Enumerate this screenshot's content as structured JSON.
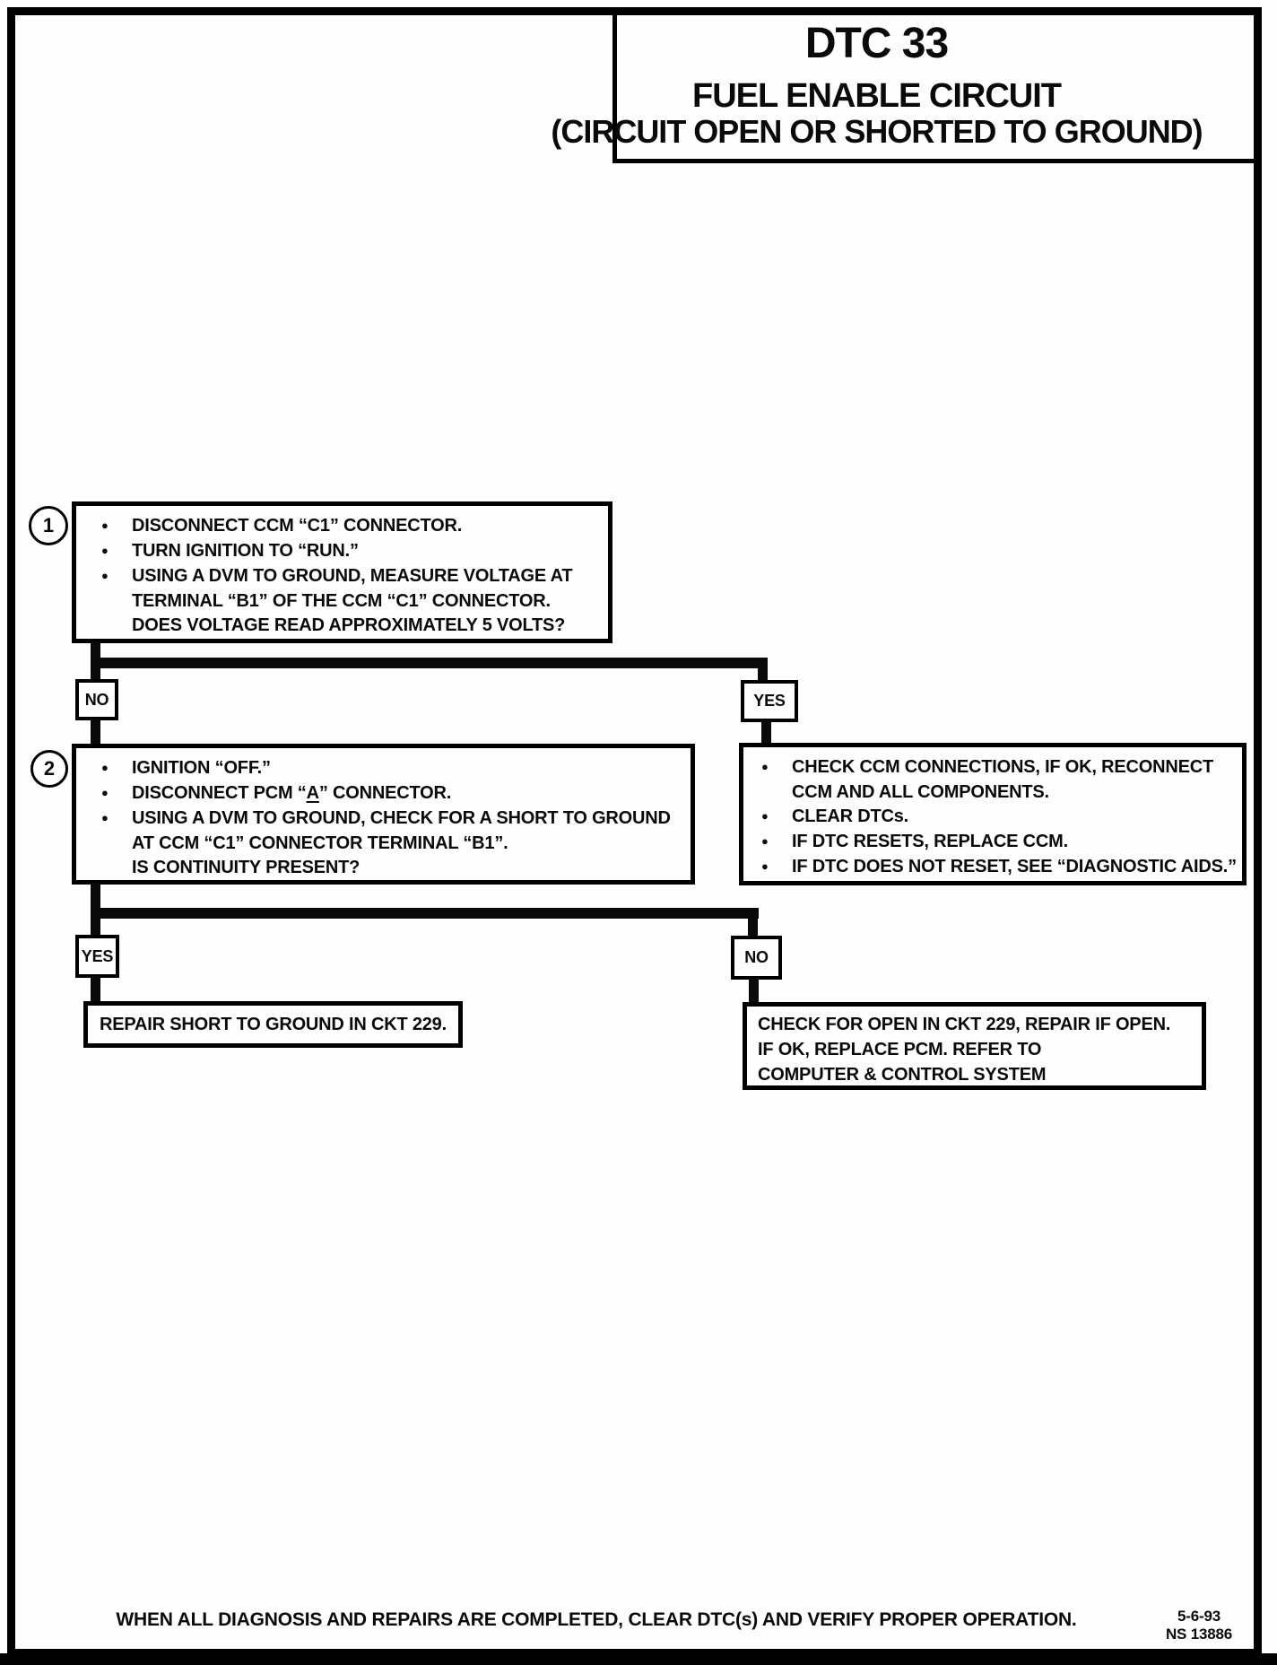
{
  "page": {
    "title": "DTC 33",
    "subtitle1": "FUEL ENABLE CIRCUIT",
    "subtitle2": "(CIRCUIT OPEN OR SHORTED TO GROUND)",
    "footer": "WHEN ALL DIAGNOSIS AND REPAIRS ARE COMPLETED, CLEAR DTC(s) AND VERIFY PROPER OPERATION.",
    "date": "5-6-93",
    "doc_number": "NS 13886"
  },
  "flowchart": {
    "step1": {
      "number": "1",
      "items": [
        {
          "bullet": true,
          "text": "DISCONNECT CCM “C1” CONNECTOR."
        },
        {
          "bullet": true,
          "text": "TURN IGNITION TO “RUN.”"
        },
        {
          "bullet": true,
          "text": "USING A DVM TO GROUND, MEASURE VOLTAGE AT"
        },
        {
          "bullet": false,
          "text": "TERMINAL “B1” OF THE CCM “C1” CONNECTOR."
        },
        {
          "bullet": false,
          "text": "DOES VOLTAGE READ APPROXIMATELY 5 VOLTS?"
        }
      ]
    },
    "branch1": {
      "no_label": "NO",
      "yes_label": "YES"
    },
    "step2": {
      "number": "2",
      "items": [
        {
          "bullet": true,
          "text": "IGNITION “OFF.”"
        },
        {
          "bullet": true,
          "pre": "DISCONNECT PCM “",
          "underlined": "A",
          "post": "” CONNECTOR."
        },
        {
          "bullet": true,
          "text": "USING A DVM TO GROUND, CHECK FOR A SHORT TO GROUND"
        },
        {
          "bullet": false,
          "text": "AT CCM “C1” CONNECTOR TERMINAL “B1”."
        },
        {
          "bullet": false,
          "text": "IS CONTINUITY PRESENT?"
        }
      ]
    },
    "yes1_result": {
      "items": [
        {
          "bullet": true,
          "text": "CHECK CCM CONNECTIONS, IF OK, RECONNECT"
        },
        {
          "bullet": false,
          "text": "CCM AND ALL COMPONENTS."
        },
        {
          "bullet": true,
          "text": "CLEAR DTCs."
        },
        {
          "bullet": true,
          "text": "IF DTC RESETS, REPLACE CCM."
        },
        {
          "bullet": true,
          "text": "IF DTC DOES NOT RESET, SEE “DIAGNOSTIC AIDS.”"
        }
      ]
    },
    "branch2": {
      "yes_label": "YES",
      "no_label": "NO"
    },
    "result_yes": "REPAIR SHORT TO GROUND IN CKT 229.",
    "result_no": {
      "line1": "CHECK FOR OPEN IN CKT 229, REPAIR IF OPEN.",
      "line2": "IF OK, REPLACE PCM. REFER TO",
      "line3": "COMPUTER & CONTROL SYSTEM"
    }
  }
}
